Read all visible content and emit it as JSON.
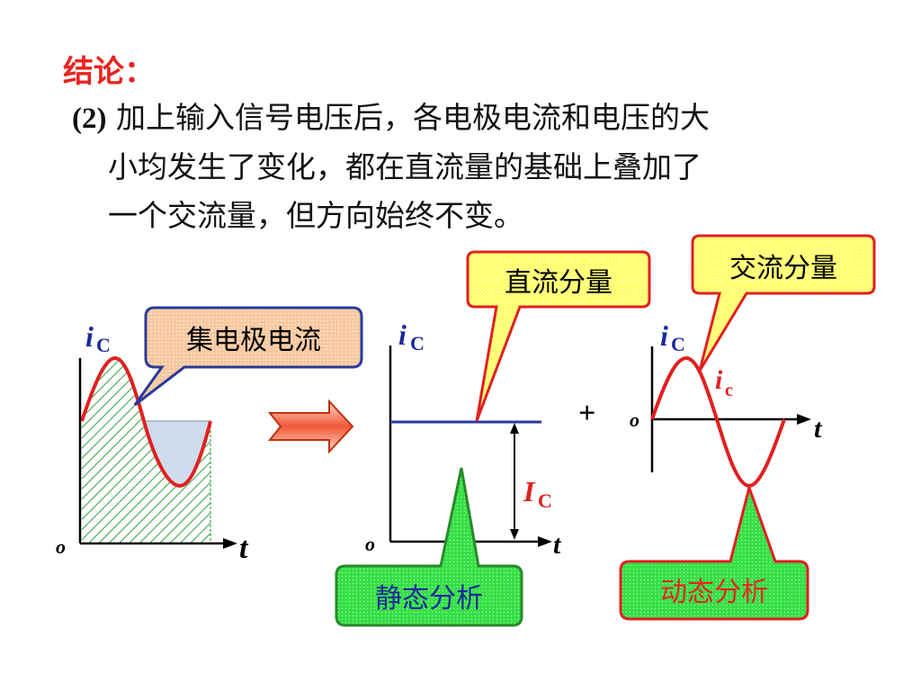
{
  "title": "结论：",
  "conclusion": {
    "number": "(2)",
    "line1": " 加上输入信号电压后，各电极电流和电压的大",
    "line2": "小均发生了变化，都在直流量的基础上叠加了",
    "line3": "一个交流量，但方向始终不变。"
  },
  "graph1": {
    "y_var": "i",
    "y_sub": "C",
    "origin": "o",
    "x_var": "t"
  },
  "graph2": {
    "y_var": "i",
    "y_sub": "C",
    "origin": "o",
    "x_var": "t",
    "dc_var": "I",
    "dc_sub": "C"
  },
  "graph3": {
    "y_var": "i",
    "y_sub": "C",
    "origin": "o",
    "x_var": "t",
    "ac_var": "i",
    "ac_sub": "c"
  },
  "plus": "+",
  "callouts": {
    "collector_current": "集电极电流",
    "dc_component": "直流分量",
    "ac_component": "交流分量",
    "static_analysis": "静态分析",
    "dynamic_analysis": "动态分析"
  },
  "colors": {
    "title": "#e8251f",
    "curve": "#e02020",
    "dc_line": "#2a3a9a",
    "hatch": "#3aa84a",
    "negative_fill": "#cfdcec",
    "collector_bubble": "#f8c9a0",
    "yellow_bubble": "#ffff70",
    "green_bubble": "#38e048",
    "dynamic_text": "#e8251f",
    "static_text": "#1a2a9a",
    "label_blue": "#1a2a9a",
    "label_red": "#e02020"
  }
}
